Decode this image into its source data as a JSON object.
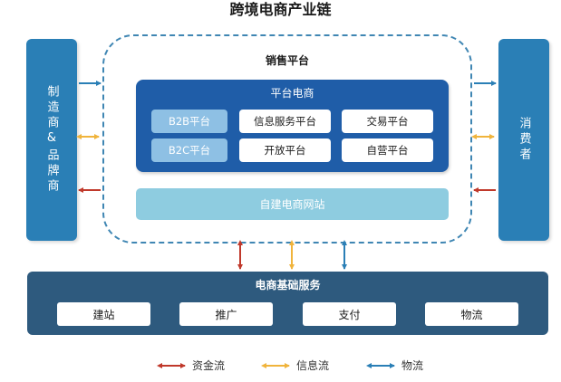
{
  "title": "跨境电商产业链",
  "left_box": {
    "label": "制造商&品牌商"
  },
  "right_box": {
    "label": "消费者"
  },
  "sales_platform": {
    "label": "销售平台",
    "platform_ecommerce": {
      "title": "平台电商",
      "items": [
        "B2B平台",
        "信息服务平台",
        "交易平台",
        "B2C平台",
        "开放平台",
        "自营平台"
      ]
    },
    "self_built": "自建电商网站"
  },
  "infrastructure": {
    "title": "电商基础服务",
    "services": [
      "建站",
      "推广",
      "支付",
      "物流"
    ]
  },
  "legend": [
    {
      "label": "资金流",
      "color": "#c0392b"
    },
    {
      "label": "信息流",
      "color": "#f0b43c"
    },
    {
      "label": "物流",
      "color": "#2a7fb6"
    }
  ]
}
